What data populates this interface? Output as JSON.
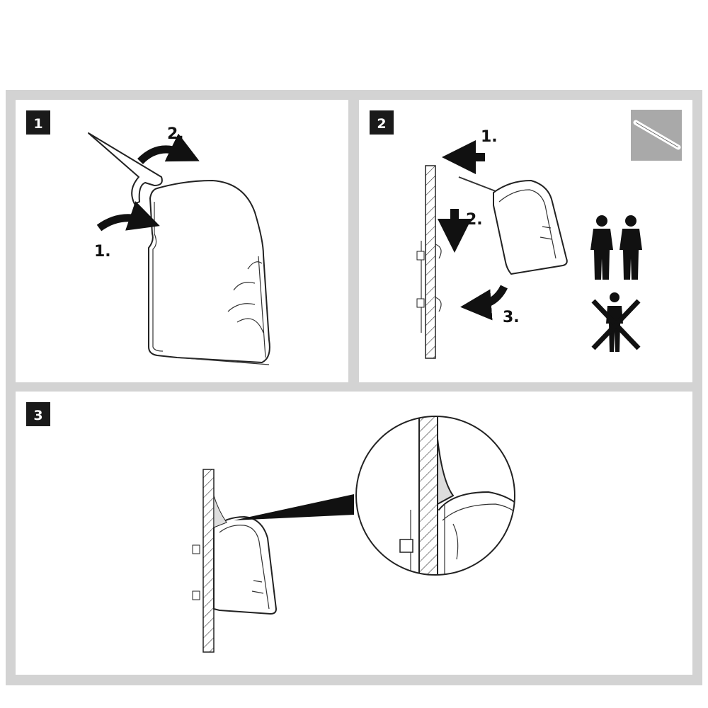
{
  "panels": [
    {
      "number": "1",
      "steps": [
        "1.",
        "2."
      ]
    },
    {
      "number": "2",
      "steps": [
        "1.",
        "2.",
        "3."
      ]
    },
    {
      "number": "3",
      "steps": []
    }
  ],
  "icons": {
    "panel2_tool": "rod-tool-icon",
    "panel2_people": "two-persons-icon",
    "panel2_warning": "no-single-person-icon"
  },
  "colors": {
    "frame": "#d3d3d3",
    "badge": "#1a1a1a",
    "profile_fill": "#d9d9d9"
  }
}
